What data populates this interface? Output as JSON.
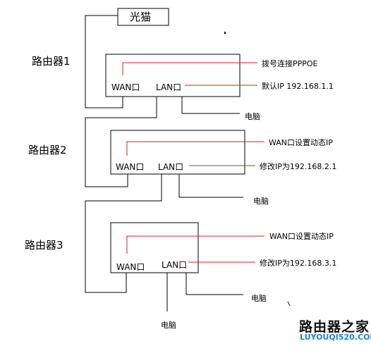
{
  "modem": {
    "label": "光猫"
  },
  "routers": [
    {
      "title": "路由器1",
      "wan": "WAN口",
      "lan": "LAN口",
      "note_wan": "拨号连接PPPOE",
      "note_lan": "默认IP 192.168.1.1",
      "pc": "电脑"
    },
    {
      "title": "路由器2",
      "wan": "WAN口",
      "lan": "LAN口",
      "note_wan": "WAN口设置动态IP",
      "note_lan": "修改IP为192.168.2.1",
      "pc": "电脑"
    },
    {
      "title": "路由器3",
      "wan": "WAN口",
      "lan": "LAN口",
      "note_wan": "WAN口设置动态IP",
      "note_lan": "修改IP为192.168.3.1",
      "pc": "电脑"
    }
  ],
  "bottom_pc": "电脑",
  "watermark": {
    "cn": "路由器之家",
    "en": "LUYOUQI520.COM"
  },
  "colors": {
    "line": "#000000",
    "annotation": "#d62020",
    "watermark_blue": "#1a7fd6"
  }
}
